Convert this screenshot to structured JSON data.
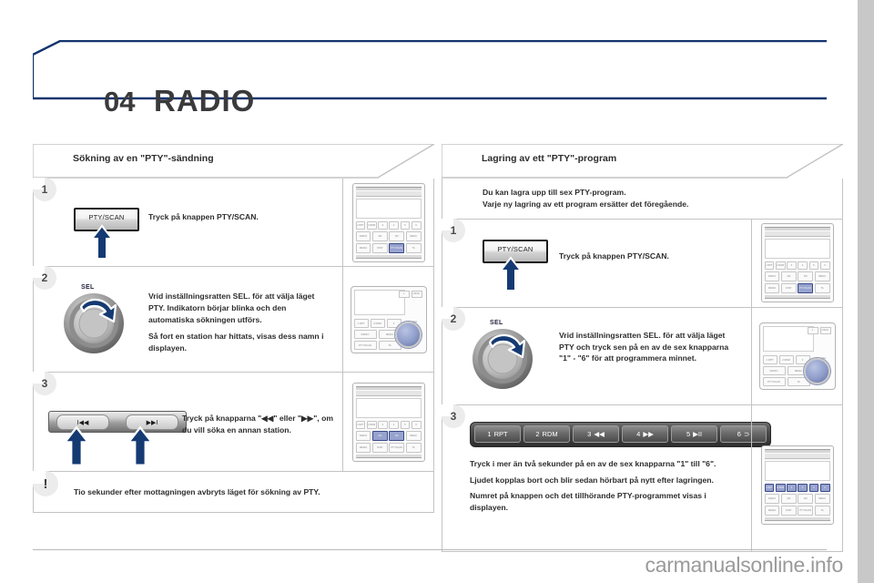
{
  "chapter": {
    "number": "04",
    "title": "RADIO"
  },
  "watermark": "carmanualsonline.info",
  "left_section": {
    "heading": "Sökning av en \"PTY\"-sändning",
    "steps": [
      {
        "number": "1",
        "control": "PTY/SCAN",
        "text_lines": [
          "Tryck på knappen PTY/SCAN."
        ]
      },
      {
        "number": "2",
        "control": "SEL",
        "text_lines": [
          "Vrid inställningsratten SEL. för att välja läget PTY. Indikatorn börjar blinka och den automatiska sökningen utförs.",
          "Så fort en station har hittats, visas dess namn i displayen."
        ]
      },
      {
        "number": "3",
        "prev_label": "I◀◀",
        "next_label": "▶▶I",
        "text_lines": [
          "Tryck på knapparna \"◀◀\" eller \"▶▶\", om du vill söka en annan station."
        ]
      }
    ],
    "note": {
      "icon": "exclamation-icon",
      "text": "Tio sekunder efter mottagningen avbryts läget för sökning av PTY."
    }
  },
  "right_section": {
    "heading": "Lagring av ett \"PTY\"-program",
    "intro_lines": [
      "Du kan lagra upp till sex PTY-program.",
      "Varje ny lagring av ett program ersätter det föregående."
    ],
    "steps": [
      {
        "number": "1",
        "control": "PTY/SCAN",
        "text_lines": [
          "Tryck på knappen PTY/SCAN."
        ]
      },
      {
        "number": "2",
        "control": "SEL",
        "text_lines": [
          "Vrid inställningsratten SEL. för att välja läget PTY och tryck sen på en av de sex knapparna \"1\" - \"6\" för att programmera minnet."
        ]
      },
      {
        "number": "3",
        "preset_buttons": [
          {
            "num": "1",
            "glyph": "RPT"
          },
          {
            "num": "2",
            "glyph": "RDM"
          },
          {
            "num": "3",
            "glyph": "◀◀"
          },
          {
            "num": "4",
            "glyph": "▶▶"
          },
          {
            "num": "5",
            "glyph": "▶II"
          },
          {
            "num": "6",
            "glyph": "⊃"
          }
        ],
        "text_lines": [
          "Tryck i mer än två sekunder på en av de sex knapparna \"1\" till \"6\".",
          "Ljudet kopplas bort och blir sedan hörbart på nytt efter lagringen.",
          "Numret på knappen och det tillhörande PTY-programmet visas i displayen."
        ]
      }
    ]
  },
  "faceplate": {
    "preset_keys": [
      "1 RPT",
      "2 RDM",
      "3 ◀◀",
      "4 ▶▶",
      "5 ▶II",
      "6 ⊃"
    ],
    "row2_keys": [
      "RADIO",
      "AM",
      "FM",
      "MENU"
    ],
    "row3_keys": [
      "MEDIA",
      "DISP",
      "PTY/SCAN",
      "TA"
    ],
    "dial_label": "SEL"
  },
  "colors": {
    "accent_blue": "#153a72",
    "rule_blue": "#15356e",
    "text_dark": "#2d2d2f",
    "highlight": "#97a3cf",
    "edge_gray": "#c8c8c8"
  }
}
